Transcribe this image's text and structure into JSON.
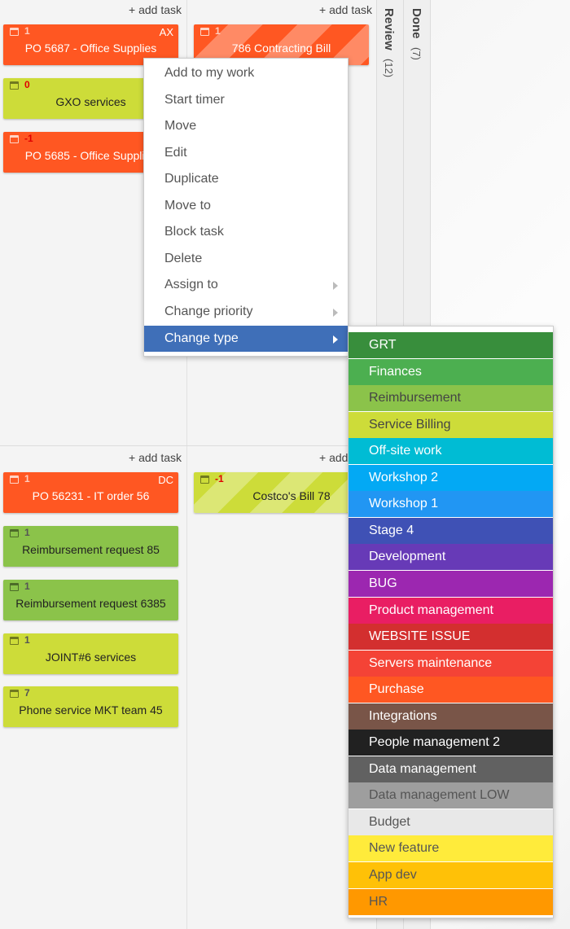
{
  "columns": {
    "add_task_label": "+ add task",
    "review": {
      "name": "Review",
      "count": "(12)"
    },
    "done": {
      "name": "Done",
      "count": "(7)"
    }
  },
  "cards": [
    {
      "id": "c1",
      "title": "PO 5687 - Office Supplies",
      "num": "1",
      "initials": "AX",
      "color": "#ff5722"
    },
    {
      "id": "c2",
      "title": "GXO services",
      "num": "0",
      "color": "#cddc39"
    },
    {
      "id": "c3",
      "title": "PO 5685 - Office Supplies",
      "num": "-1",
      "color": "#ff5722"
    },
    {
      "id": "c4",
      "title": "786 Contracting Bill",
      "num": "1",
      "color": "#ff5722"
    },
    {
      "id": "c5",
      "title": "PO 56231 - IT order 56",
      "num": "1",
      "initials": "DC",
      "color": "#ff5722"
    },
    {
      "id": "c6",
      "title": "Reimbursement request 85",
      "num": "1",
      "color": "#8bc34a"
    },
    {
      "id": "c7",
      "title": "Reimbursement request 6385",
      "num": "1",
      "color": "#8bc34a"
    },
    {
      "id": "c8",
      "title": "JOINT#6 services",
      "num": "1",
      "color": "#cddc39"
    },
    {
      "id": "c9",
      "title": "Phone service MKT team 45",
      "num": "7",
      "color": "#cddc39"
    },
    {
      "id": "c10",
      "title": "Costco's Bill 78",
      "num": "-1",
      "color": "#cddc39"
    }
  ],
  "context_menu": {
    "items": [
      {
        "label": "Add to my work"
      },
      {
        "label": "Start timer"
      },
      {
        "label": "Move"
      },
      {
        "label": "Edit"
      },
      {
        "label": "Duplicate"
      },
      {
        "label": "Move to"
      },
      {
        "label": "Block task"
      },
      {
        "label": "Delete"
      },
      {
        "label": "Assign to",
        "submenu": true
      },
      {
        "label": "Change priority",
        "submenu": true
      },
      {
        "label": "Change type",
        "submenu": true,
        "active": true
      }
    ]
  },
  "type_menu": {
    "items": [
      {
        "label": "GRT",
        "bg": "#388e3c",
        "fg": "#ffffff"
      },
      {
        "label": "Finances",
        "bg": "#4caf50",
        "fg": "#ffffff"
      },
      {
        "label": "Reimbursement",
        "bg": "#8bc34a",
        "fg": "#444444"
      },
      {
        "label": "Service Billing",
        "bg": "#cddc39",
        "fg": "#444444"
      },
      {
        "label": "Off-site work",
        "bg": "#00bcd4",
        "fg": "#ffffff"
      },
      {
        "label": "Workshop 2",
        "bg": "#03a9f4",
        "fg": "#ffffff"
      },
      {
        "label": "Workshop 1",
        "bg": "#2196f3",
        "fg": "#ffffff"
      },
      {
        "label": "Stage 4",
        "bg": "#3f51b5",
        "fg": "#ffffff"
      },
      {
        "label": "Development",
        "bg": "#673ab7",
        "fg": "#ffffff"
      },
      {
        "label": "BUG",
        "bg": "#9c27b0",
        "fg": "#ffffff"
      },
      {
        "label": "Product management",
        "bg": "#e91e63",
        "fg": "#ffffff"
      },
      {
        "label": "WEBSITE ISSUE",
        "bg": "#d32f2f",
        "fg": "#ffffff"
      },
      {
        "label": "Servers maintenance",
        "bg": "#f44336",
        "fg": "#ffffff"
      },
      {
        "label": "Purchase",
        "bg": "#ff5722",
        "fg": "#ffffff"
      },
      {
        "label": "Integrations",
        "bg": "#795548",
        "fg": "#ffffff"
      },
      {
        "label": "People management 2",
        "bg": "#212121",
        "fg": "#ffffff"
      },
      {
        "label": "Data management",
        "bg": "#616161",
        "fg": "#ffffff"
      },
      {
        "label": "Data management LOW",
        "bg": "#9e9e9e",
        "fg": "#555555"
      },
      {
        "label": "Budget",
        "bg": "#e8e8e8",
        "fg": "#555555"
      },
      {
        "label": "New feature",
        "bg": "#ffeb3b",
        "fg": "#555555"
      },
      {
        "label": "App dev",
        "bg": "#ffc107",
        "fg": "#555555"
      },
      {
        "label": "HR",
        "bg": "#ff9800",
        "fg": "#555555"
      }
    ]
  }
}
